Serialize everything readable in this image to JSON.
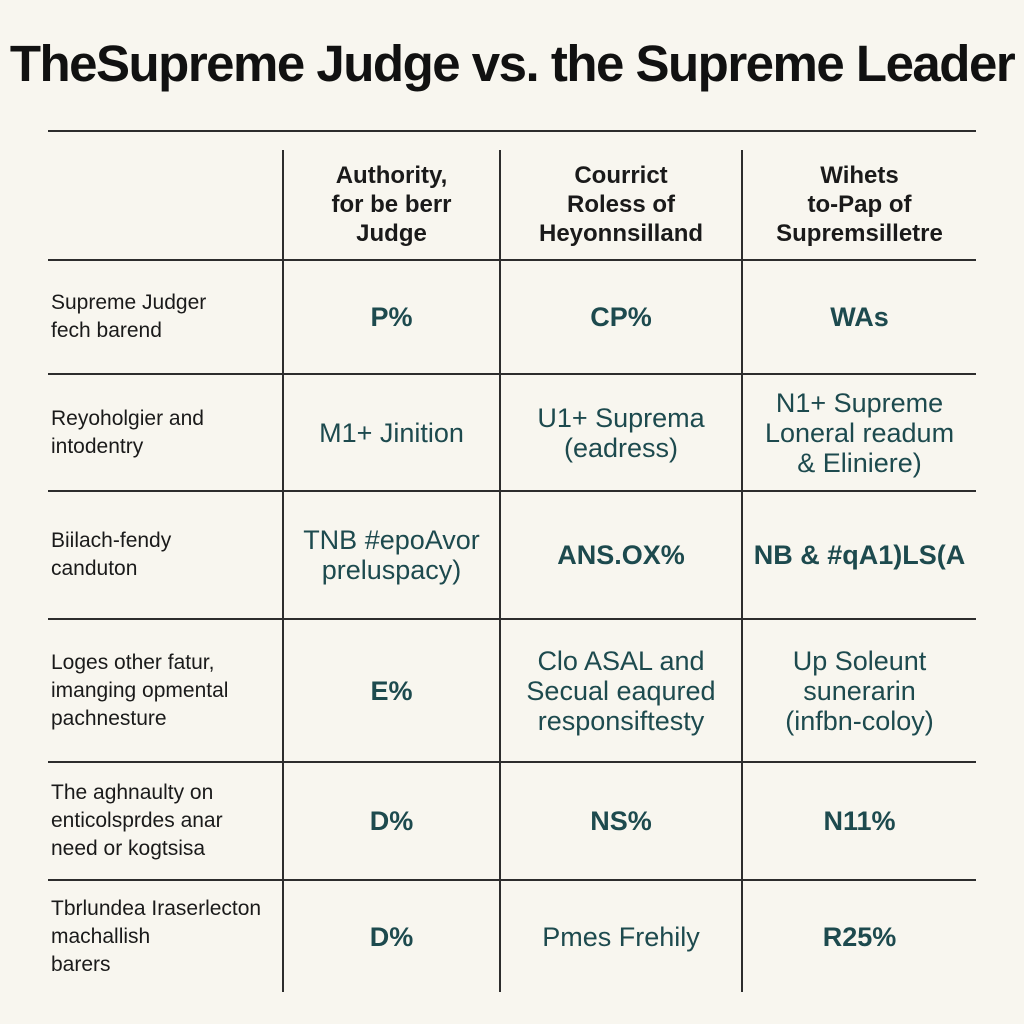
{
  "title": "TheSupreme Judge vs. the Supreme Leader",
  "table": {
    "columns": [
      "Authority,\nfor be berr\nJudge",
      "Courrict\nRoless of\nHeyonnsilland",
      "Wihets\nto-Pap of\nSupremsilletre"
    ],
    "rows": [
      {
        "label": "Supreme Judger\nfech barend",
        "cells": [
          "P%",
          "CP%",
          "WAs"
        ]
      },
      {
        "label": "Reyoholgier and\nintodentry",
        "cells": [
          "M1+ Jinition",
          "U1+ Suprema\n(eadress)",
          "N1+ Supreme\nLoneral readum\n& Eliniere)"
        ]
      },
      {
        "label": "Biilach-fendy\ncanduton",
        "cells": [
          "TNB #epoAvor\npreluspacy)",
          "ANS.OX%",
          "NB & #qA1)LS(A"
        ]
      },
      {
        "label": "Loges other fatur,\nimanging opmental\npachnesture",
        "cells": [
          "E%",
          "Clo ASAL and\nSecual eaqured\nresponsiftesty",
          "Up Soleunt\nsunerarin\n(infbn-coloy)"
        ]
      },
      {
        "label": "The aghnaulty on\nenticolsprdes anar\nneed or kogtsisa",
        "cells": [
          "D%",
          "NS%",
          "N11%"
        ]
      },
      {
        "label": "Tbrlundea Iraserlecton\nmachallish\nbarers",
        "cells": [
          "D%",
          "Pmes Frehily",
          "R25%"
        ]
      }
    ]
  },
  "colors": {
    "background": "#f8f6ef",
    "text": "#1a1a1a",
    "value_text": "#1d4a4e",
    "rules": "#2d2d2d"
  }
}
